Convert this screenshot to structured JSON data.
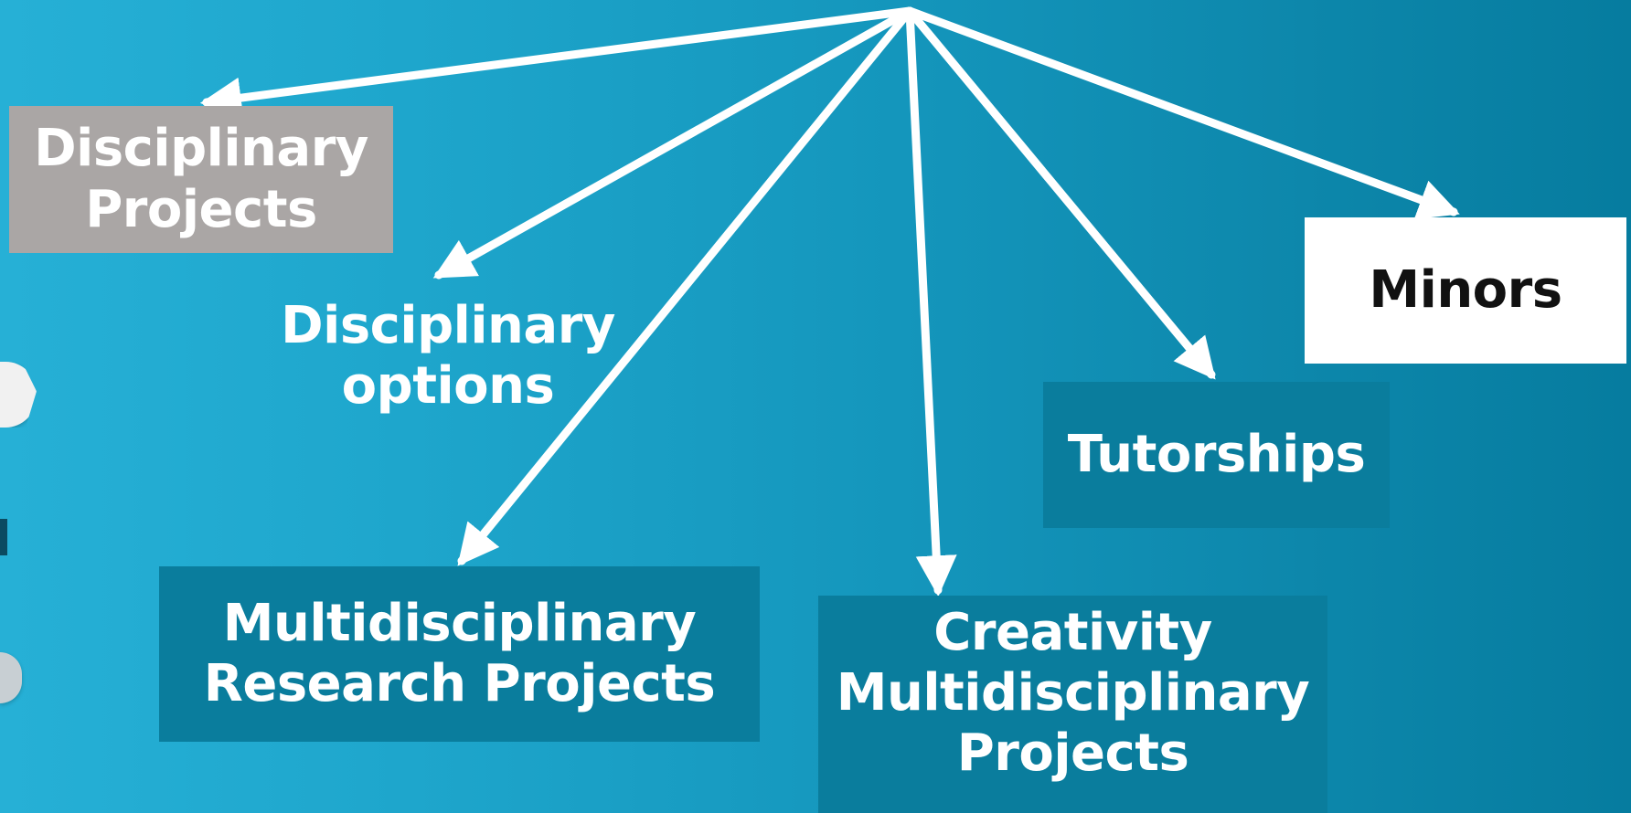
{
  "diagram": {
    "nodes": {
      "disciplinary_projects": "Disciplinary\nProjects",
      "disciplinary_options": "Disciplinary\noptions",
      "multidisciplinary_research_projects": "Multidisciplinary\nResearch Projects",
      "creativity_multidisciplinary_projects": "Creativity\nMultidisciplinary\nProjects",
      "tutorships": "Tutorships",
      "minors": "Minors"
    }
  },
  "colors": {
    "background_start": "#26b0d6",
    "background_end": "#067c9f",
    "gray_box": "#aaa6a5",
    "teal_box": "#0a7d9d",
    "white_box": "#ffffff",
    "arrow": "#ffffff"
  }
}
